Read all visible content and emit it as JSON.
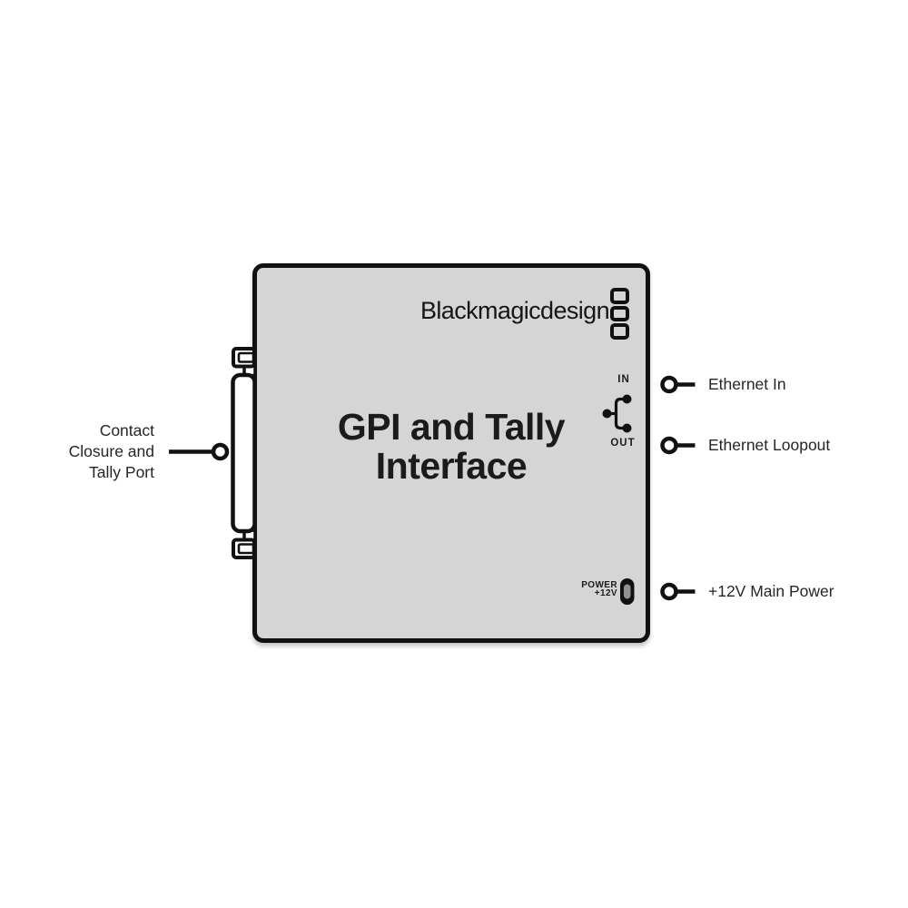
{
  "page": {
    "background_color": "#ffffff",
    "line_color": "#111111",
    "text_color": "#262626"
  },
  "device": {
    "name": "GPI and Tally Interface",
    "body_color": "#d5d5d5",
    "brand": "Blackmagicdesign",
    "title_line1": "GPI and Tally",
    "title_line2": "Interface",
    "port_labels": {
      "ethernet_in": "IN",
      "ethernet_out": "OUT",
      "power_line1": "POWER",
      "power_line2": "+12V"
    }
  },
  "callouts": {
    "left": {
      "lines": [
        "Contact",
        "Closure and",
        "Tally Port"
      ]
    },
    "right": [
      {
        "label": "Ethernet In"
      },
      {
        "label": "Ethernet Loopout"
      },
      {
        "label": "+12V Main Power"
      }
    ]
  }
}
